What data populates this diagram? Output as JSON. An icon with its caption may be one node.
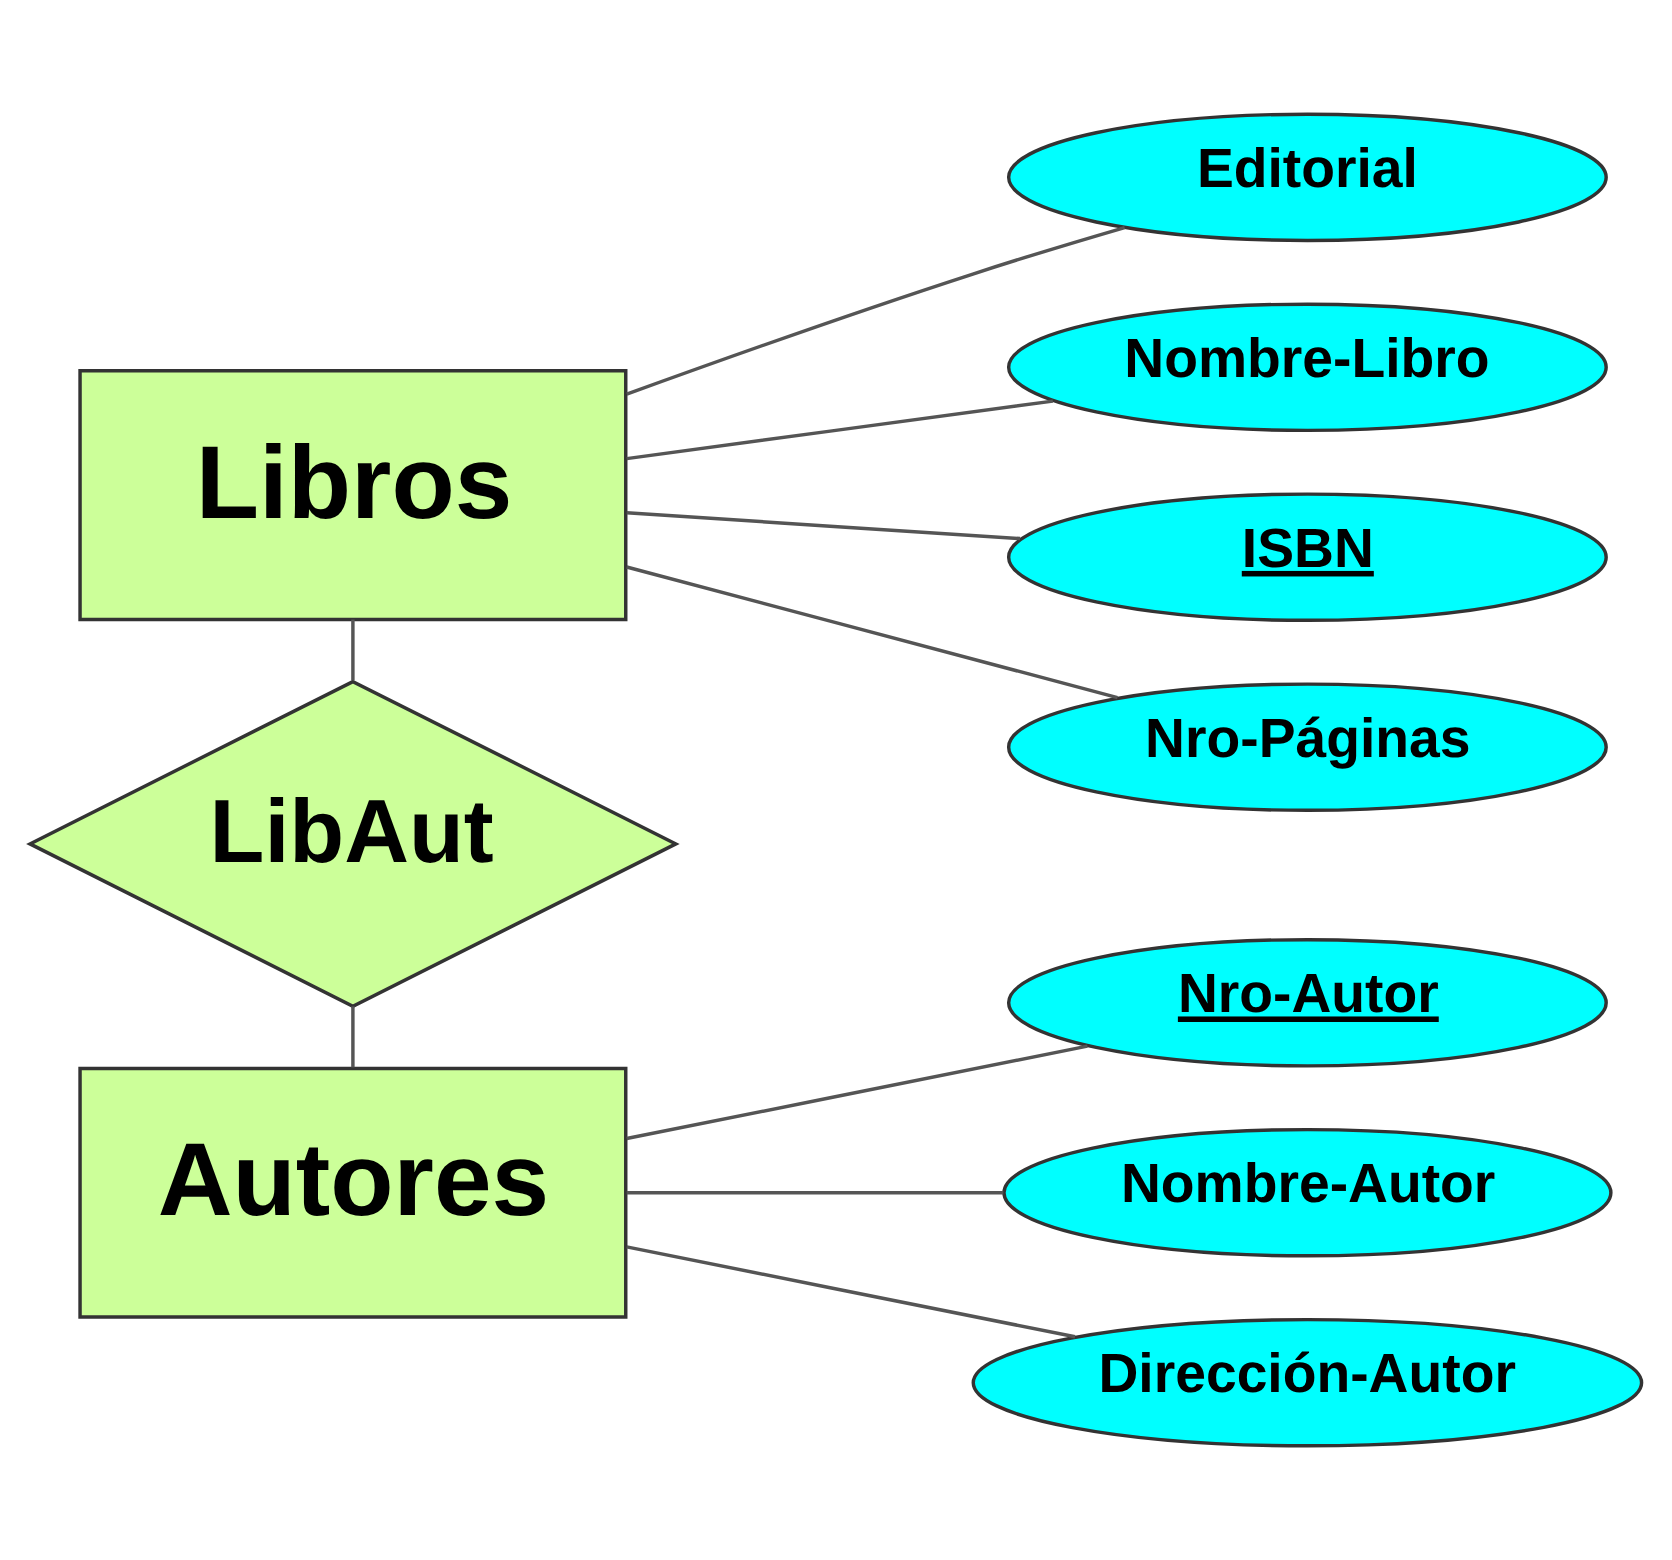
{
  "diagram": {
    "nodes": [
      {
        "text": [
          "Libros"
        ]
      },
      {
        "text": [
          "Editorial"
        ]
      },
      {
        "text": [
          "Nombre-Libro"
        ]
      },
      {
        "text": [
          "ISBN"
        ]
      },
      {
        "text": [
          "Nro-Páginas"
        ]
      },
      {
        "text": [
          "LibAut"
        ]
      },
      {
        "text": [
          "Nro-Autor"
        ]
      },
      {
        "text": [
          "Autores"
        ]
      },
      {
        "text": [
          "Nombre-Autor"
        ]
      },
      {
        "text": [
          "Dirección-Autor"
        ]
      }
    ],
    "edges": [
      {
        "from": 0,
        "to": 1,
        "arrow": "none"
      },
      {
        "from": 0,
        "to": 2,
        "arrow": "none"
      },
      {
        "from": 0,
        "to": 3,
        "arrow": "none"
      },
      {
        "from": 0,
        "to": 4,
        "arrow": "none"
      },
      {
        "from": 0,
        "to": 5,
        "arrow": "none"
      },
      {
        "from": 5,
        "to": 7,
        "arrow": "none"
      },
      {
        "from": 7,
        "to": 6,
        "arrow": "none"
      },
      {
        "from": 7,
        "to": 8,
        "arrow": "none"
      },
      {
        "from": 7,
        "to": 9,
        "arrow": "none"
      }
    ]
  }
}
